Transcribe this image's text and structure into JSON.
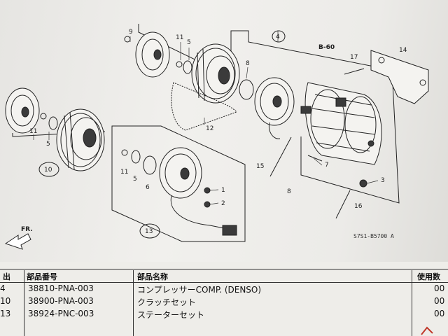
{
  "diagram": {
    "code": "S7S1-B5700 A",
    "ref_b60": "B-60",
    "front_arrow": "FR.",
    "callouts": [
      "1",
      "2",
      "3",
      "4",
      "5",
      "6",
      "7",
      "8",
      "9",
      "10",
      "11",
      "12",
      "13",
      "14",
      "15",
      "16",
      "17"
    ]
  },
  "parts_table": {
    "headers": {
      "no": "出",
      "part_number": "部品番号",
      "part_name": "部品名称",
      "usage": "使用数"
    },
    "rows": [
      {
        "no": "4",
        "part_number": "38810-PNA-003",
        "part_name": "コンプレッサーCOMP. (DENSO)",
        "usage": "00"
      },
      {
        "no": "10",
        "part_number": "38900-PNA-003",
        "part_name": "クラッチセット",
        "usage": "00"
      },
      {
        "no": "13",
        "part_number": "38924-PNC-003",
        "part_name": "ステーターセット",
        "usage": "00"
      }
    ]
  }
}
